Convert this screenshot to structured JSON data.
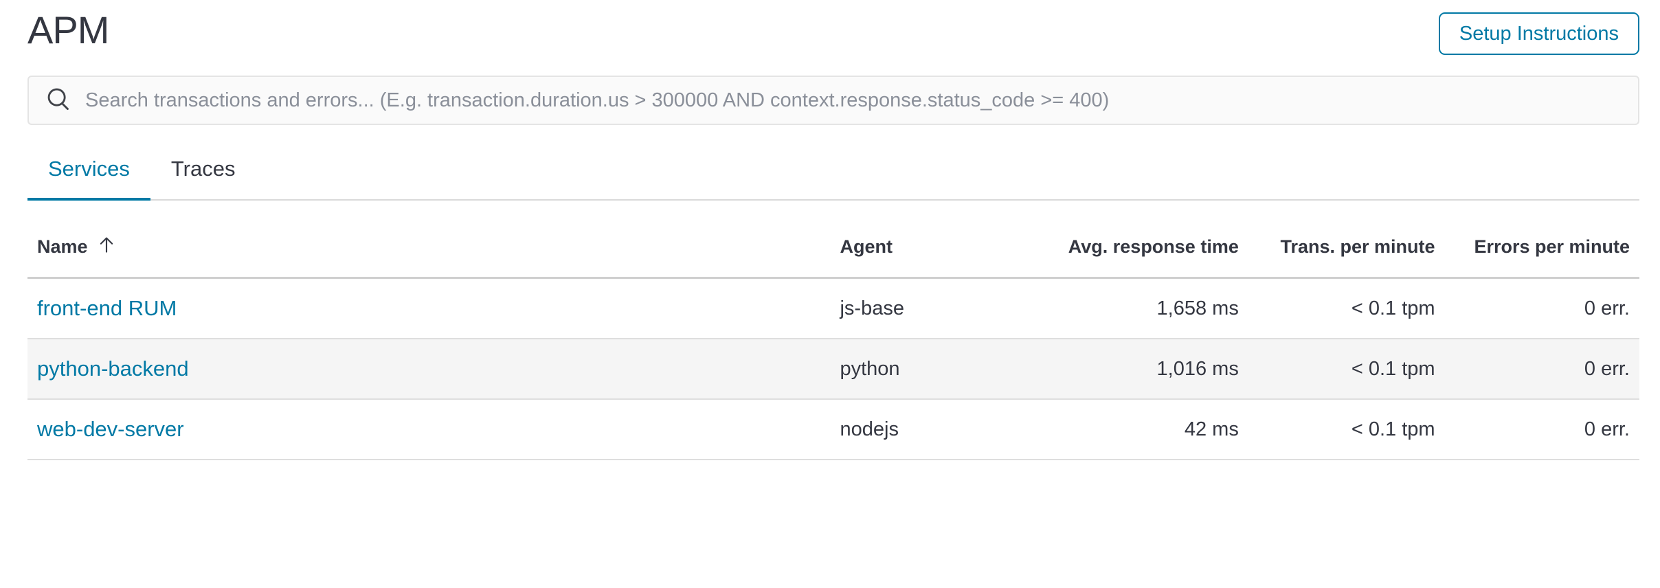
{
  "page": {
    "title": "APM"
  },
  "header": {
    "setup_button_label": "Setup Instructions"
  },
  "search": {
    "placeholder": "Search transactions and errors... (E.g. transaction.duration.us > 300000 AND context.response.status_code >= 400)"
  },
  "tabs": [
    {
      "label": "Services",
      "active": true
    },
    {
      "label": "Traces",
      "active": false
    }
  ],
  "table": {
    "columns": [
      {
        "label": "Name",
        "align": "left",
        "sorted": "ascending"
      },
      {
        "label": "Agent",
        "align": "left"
      },
      {
        "label": "Avg. response time",
        "align": "right"
      },
      {
        "label": "Trans. per minute",
        "align": "right"
      },
      {
        "label": "Errors per minute",
        "align": "right"
      }
    ],
    "rows": [
      {
        "name": "front-end RUM",
        "agent": "js-base",
        "avg_response_time": "1,658 ms",
        "trans_per_minute": "< 0.1 tpm",
        "errors_per_minute": "0 err."
      },
      {
        "name": "python-backend",
        "agent": "python",
        "avg_response_time": "1,016 ms",
        "trans_per_minute": "< 0.1 tpm",
        "errors_per_minute": "0 err."
      },
      {
        "name": "web-dev-server",
        "agent": "nodejs",
        "avg_response_time": "42 ms",
        "trans_per_minute": "< 0.1 tpm",
        "errors_per_minute": "0 err."
      }
    ]
  },
  "colors": {
    "primary": "#0079a5",
    "text": "#343741",
    "stripe": "#f5f5f5",
    "border": "#dedede"
  }
}
